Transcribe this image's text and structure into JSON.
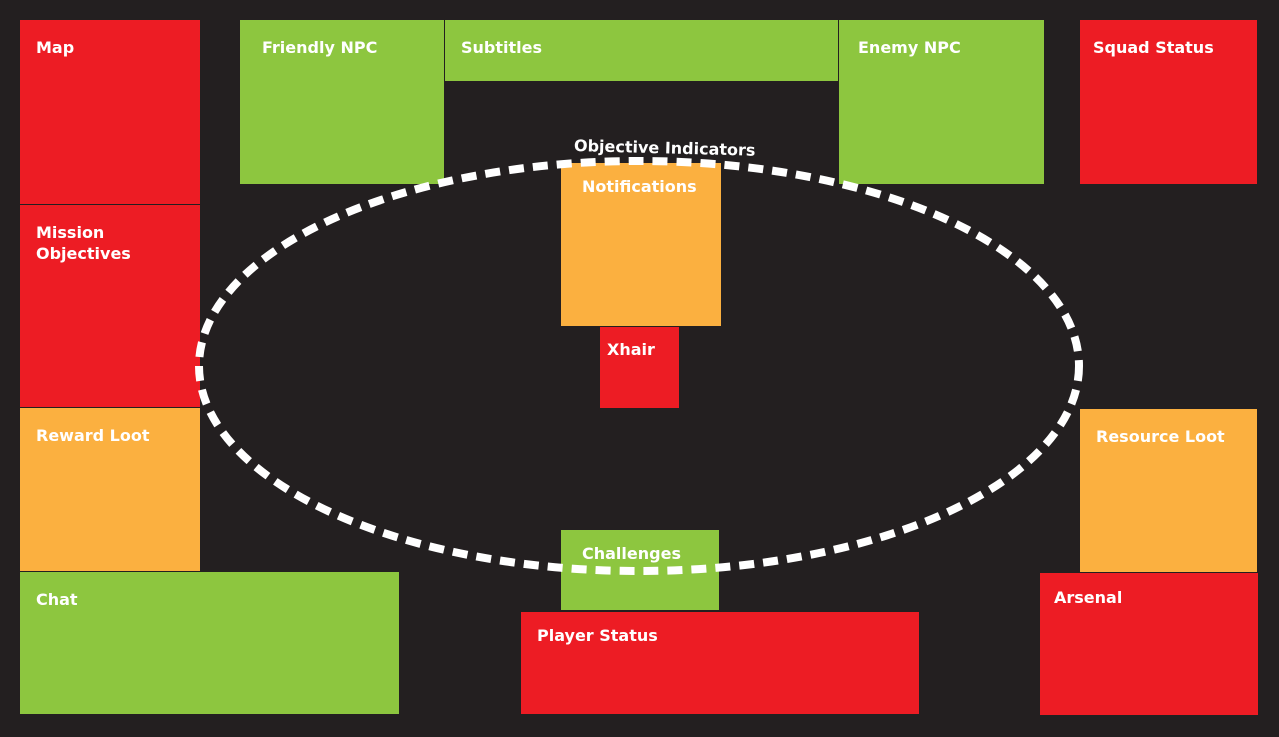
{
  "colors": {
    "background": "#231f20",
    "red": "#ed1c24",
    "green": "#8dc63f",
    "orange": "#fbb040",
    "text": "#ffffff",
    "outline": "#ffffff"
  },
  "ellipse_label": "Objective Indicators",
  "zones": {
    "map": {
      "label": "Map",
      "color": "red"
    },
    "mission_objectives": {
      "label": "Mission\nObjectives",
      "color": "red"
    },
    "reward_loot": {
      "label": "Reward Loot",
      "color": "orange"
    },
    "chat": {
      "label": "Chat",
      "color": "green"
    },
    "friendly_npc": {
      "label": "Friendly NPC",
      "color": "green"
    },
    "subtitles": {
      "label": "Subtitles",
      "color": "green"
    },
    "enemy_npc": {
      "label": "Enemy NPC",
      "color": "green"
    },
    "squad_status": {
      "label": "Squad Status",
      "color": "red"
    },
    "notifications": {
      "label": "Notifications",
      "color": "orange"
    },
    "xhair": {
      "label": "Xhair",
      "color": "red"
    },
    "resource_loot": {
      "label": "Resource Loot",
      "color": "orange"
    },
    "arsenal": {
      "label": "Arsenal",
      "color": "red"
    },
    "challenges": {
      "label": "Challenges",
      "color": "green"
    },
    "player_status": {
      "label": "Player Status",
      "color": "red"
    }
  }
}
